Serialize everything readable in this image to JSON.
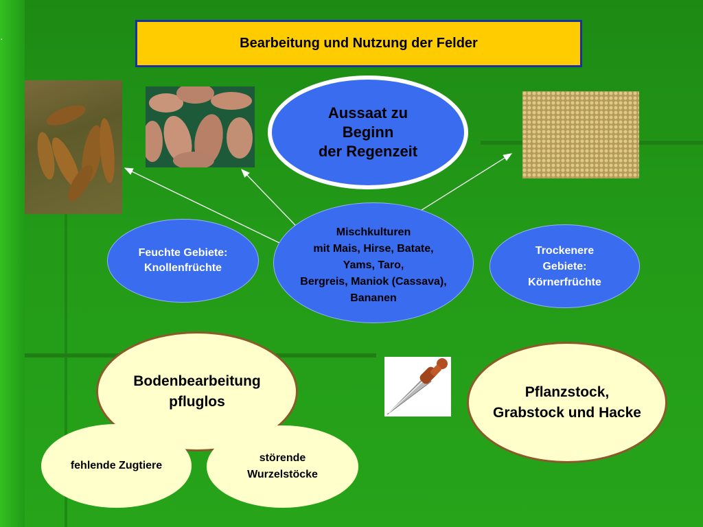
{
  "title": "Bearbeitung und Nutzung der Felder",
  "aussaat": {
    "line1": "Aussaat zu",
    "line2": "Beginn",
    "line3": "der Regenzeit"
  },
  "mischkulturen": {
    "line1": "Mischkulturen",
    "line2": "mit Mais, Hirse, Batate,",
    "line3": "Yams, Taro,",
    "line4": "Bergreis, Maniok (Cassava),",
    "line5": "Bananen"
  },
  "feucht": {
    "line1": "Feuchte Gebiete:",
    "line2": "Knollenfrüchte"
  },
  "trocken": {
    "line1": "Trockenere",
    "line2": "Gebiete:",
    "line3": "Körnerfrüchte"
  },
  "boden": {
    "line1": "Bodenbearbeitung",
    "line2": "pfluglos"
  },
  "pflanzstock": {
    "line1": "Pflanzstock,",
    "line2": "Grabstock und Hacke"
  },
  "zugtiere": "fehlende Zugtiere",
  "wurzel": {
    "line1": "störende",
    "line2": "Wurzelstöcke"
  },
  "colors": {
    "title_bg": "#ffcc00",
    "title_border": "#1a2fa0",
    "blue_oval": "#3a6cf0",
    "cream_oval": "#ffffcc",
    "background": "#239a18"
  },
  "images": [
    "maniok-photo",
    "batate-photo",
    "hirse-photo",
    "pflanzstock-tool-photo"
  ]
}
